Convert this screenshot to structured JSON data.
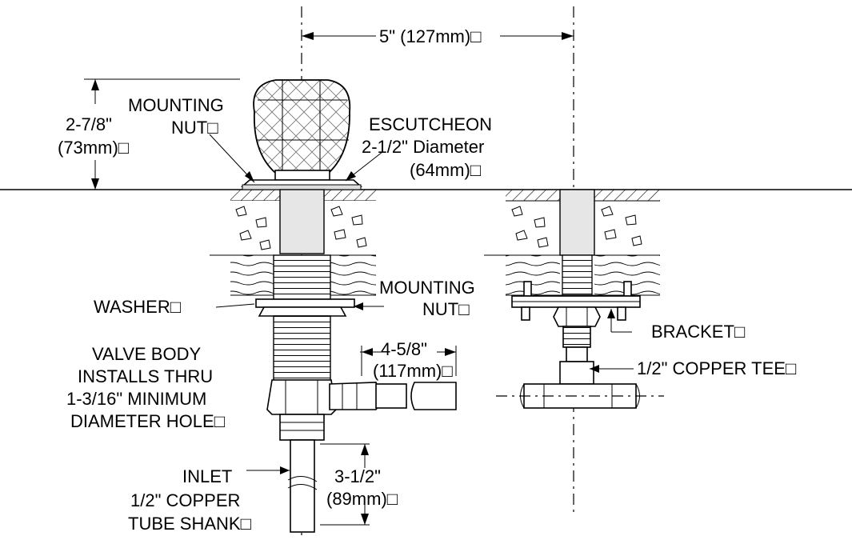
{
  "labels": {
    "spacing": "5\" (127mm)□",
    "height_in": "2-7/8\"",
    "height_mm": "(73mm)□",
    "mounting_nut_top_1": "MOUNTING",
    "mounting_nut_top_2": "NUT□",
    "escutcheon_1": "ESCUTCHEON",
    "escutcheon_2": "2-1/2\" Diameter",
    "escutcheon_3": "(64mm)□",
    "washer": "WASHER□",
    "mounting_nut_bottom_1": "MOUNTING",
    "mounting_nut_bottom_2": "NUT□",
    "offset_in": "4-5/8\"",
    "offset_mm": "(117mm)□",
    "bracket": "BRACKET□",
    "valve_body_1": "VALVE BODY",
    "valve_body_2": "INSTALLS THRU",
    "valve_body_3": "1-3/16\" MINIMUM",
    "valve_body_4": "DIAMETER HOLE□",
    "copper_tee": "1/2\" COPPER TEE□",
    "inlet_1": "INLET",
    "inlet_2": "1/2\" COPPER",
    "inlet_3": "TUBE SHANK□",
    "shank_in": "3-1/2\"",
    "shank_mm": "(89mm)□"
  }
}
